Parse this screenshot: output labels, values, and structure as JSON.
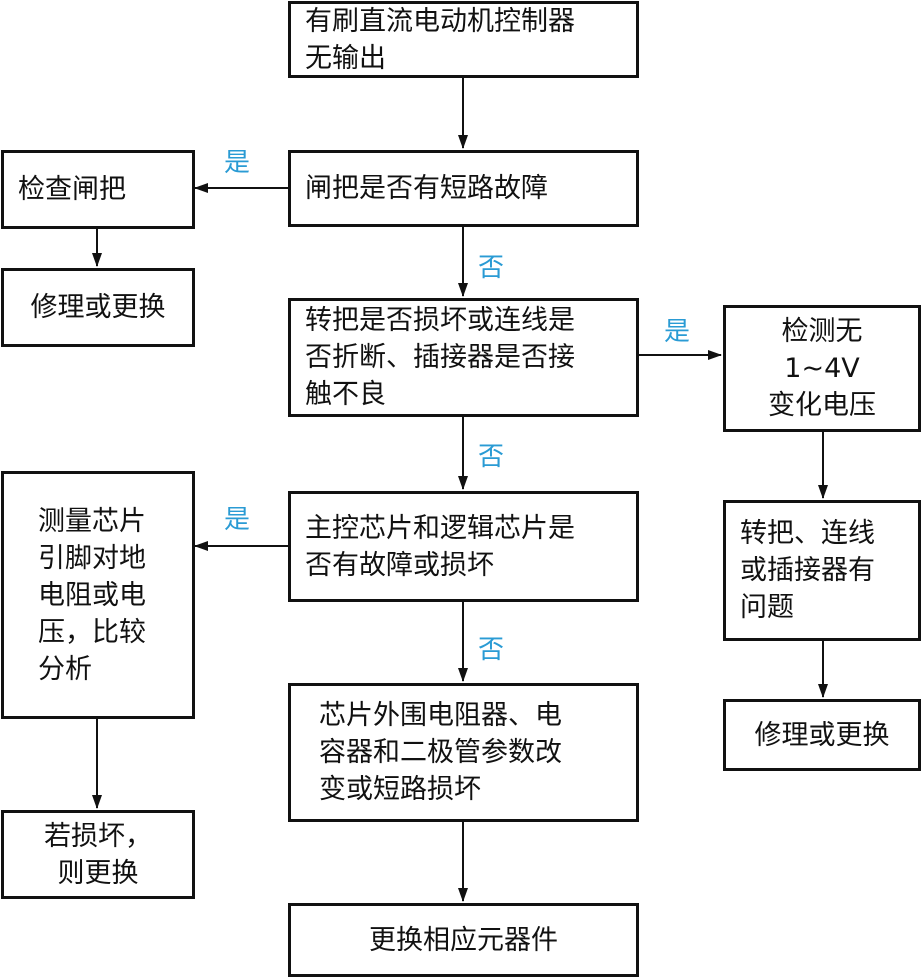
{
  "nodes": {
    "start": "有刷直流电动机控制器\n无输出",
    "check_brake_short": "闸把是否有短路故障",
    "inspect_brake": "检查闸把",
    "repair_replace_left": "修理或更换",
    "check_throttle": "转把是否损坏或连线是\n否折断、插接器是否接\n触不良",
    "detect_no_voltage": "检测无\n1~4V\n变化电压",
    "throttle_problem": "转把、连线\n或插接器有\n问题",
    "repair_replace_right": "修理或更换",
    "check_chips": "主控芯片和逻辑芯片是\n否有故障或损坏",
    "measure_chip_pins": "测量芯片\n引脚对地\n电阻或电\n压，比较\n分析",
    "replace_if_damaged": "若损坏，\n则更换",
    "check_peripheral": "芯片外围电阻器、电\n容器和二极管参数改\n变或短路损坏",
    "replace_components": "更换相应元器件"
  },
  "labels": {
    "yes_brake": "是",
    "no_brake": "否",
    "yes_throttle": "是",
    "no_throttle": "否",
    "yes_chips": "是",
    "no_chips": "否"
  },
  "colors": {
    "line": "#111111",
    "label": "#2a9bd4"
  }
}
